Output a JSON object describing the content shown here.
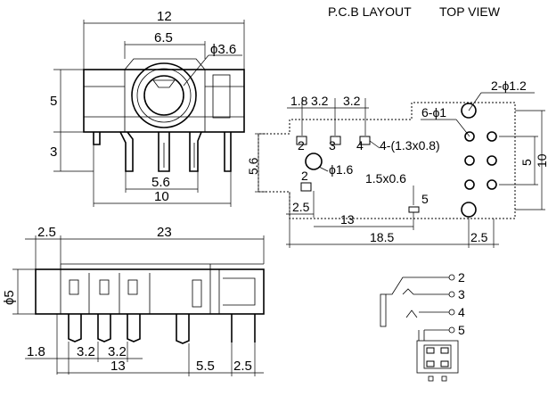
{
  "header": {
    "pcb_layout": "P.C.B LAYOUT",
    "top_view": "TOP VIEW"
  },
  "front_view": {
    "dims": {
      "width": "12",
      "hole_spacing": "6.5",
      "bore_dia": "ϕ3.6",
      "height": "5",
      "pin_len": "3",
      "pin_pitch": "5.6",
      "pin_span": "10"
    }
  },
  "side_view": {
    "dims": {
      "offset": "2.5",
      "length": "23",
      "dia": "ϕ5",
      "pin_first": "1.8",
      "pitch_a": "3.2",
      "pitch_b": "3.2",
      "span_13": "13",
      "span_5_5": "5.5",
      "span_2_5": "2.5"
    }
  },
  "pcb_layout": {
    "dims": {
      "d1": "1.8",
      "d2": "3.2",
      "d3": "3.2",
      "mount_holes": "2-ϕ1.2",
      "pin_holes": "6-ϕ1",
      "slots": "4-(1.3x0.8)",
      "center_hole": "ϕ1.6",
      "slot_5": "1.5x0.6",
      "height_5_6": "5.6",
      "left_2_5": "2.5",
      "span_13": "13",
      "span_18_5": "18.5",
      "right_2_5": "2.5",
      "v5": "5",
      "v10": "10"
    },
    "pad_labels": {
      "p2_top": "2",
      "p3": "3",
      "p4": "4",
      "p2_low": "2",
      "p5": "5"
    }
  },
  "schematic": {
    "pins": [
      "2",
      "3",
      "4",
      "5"
    ]
  }
}
